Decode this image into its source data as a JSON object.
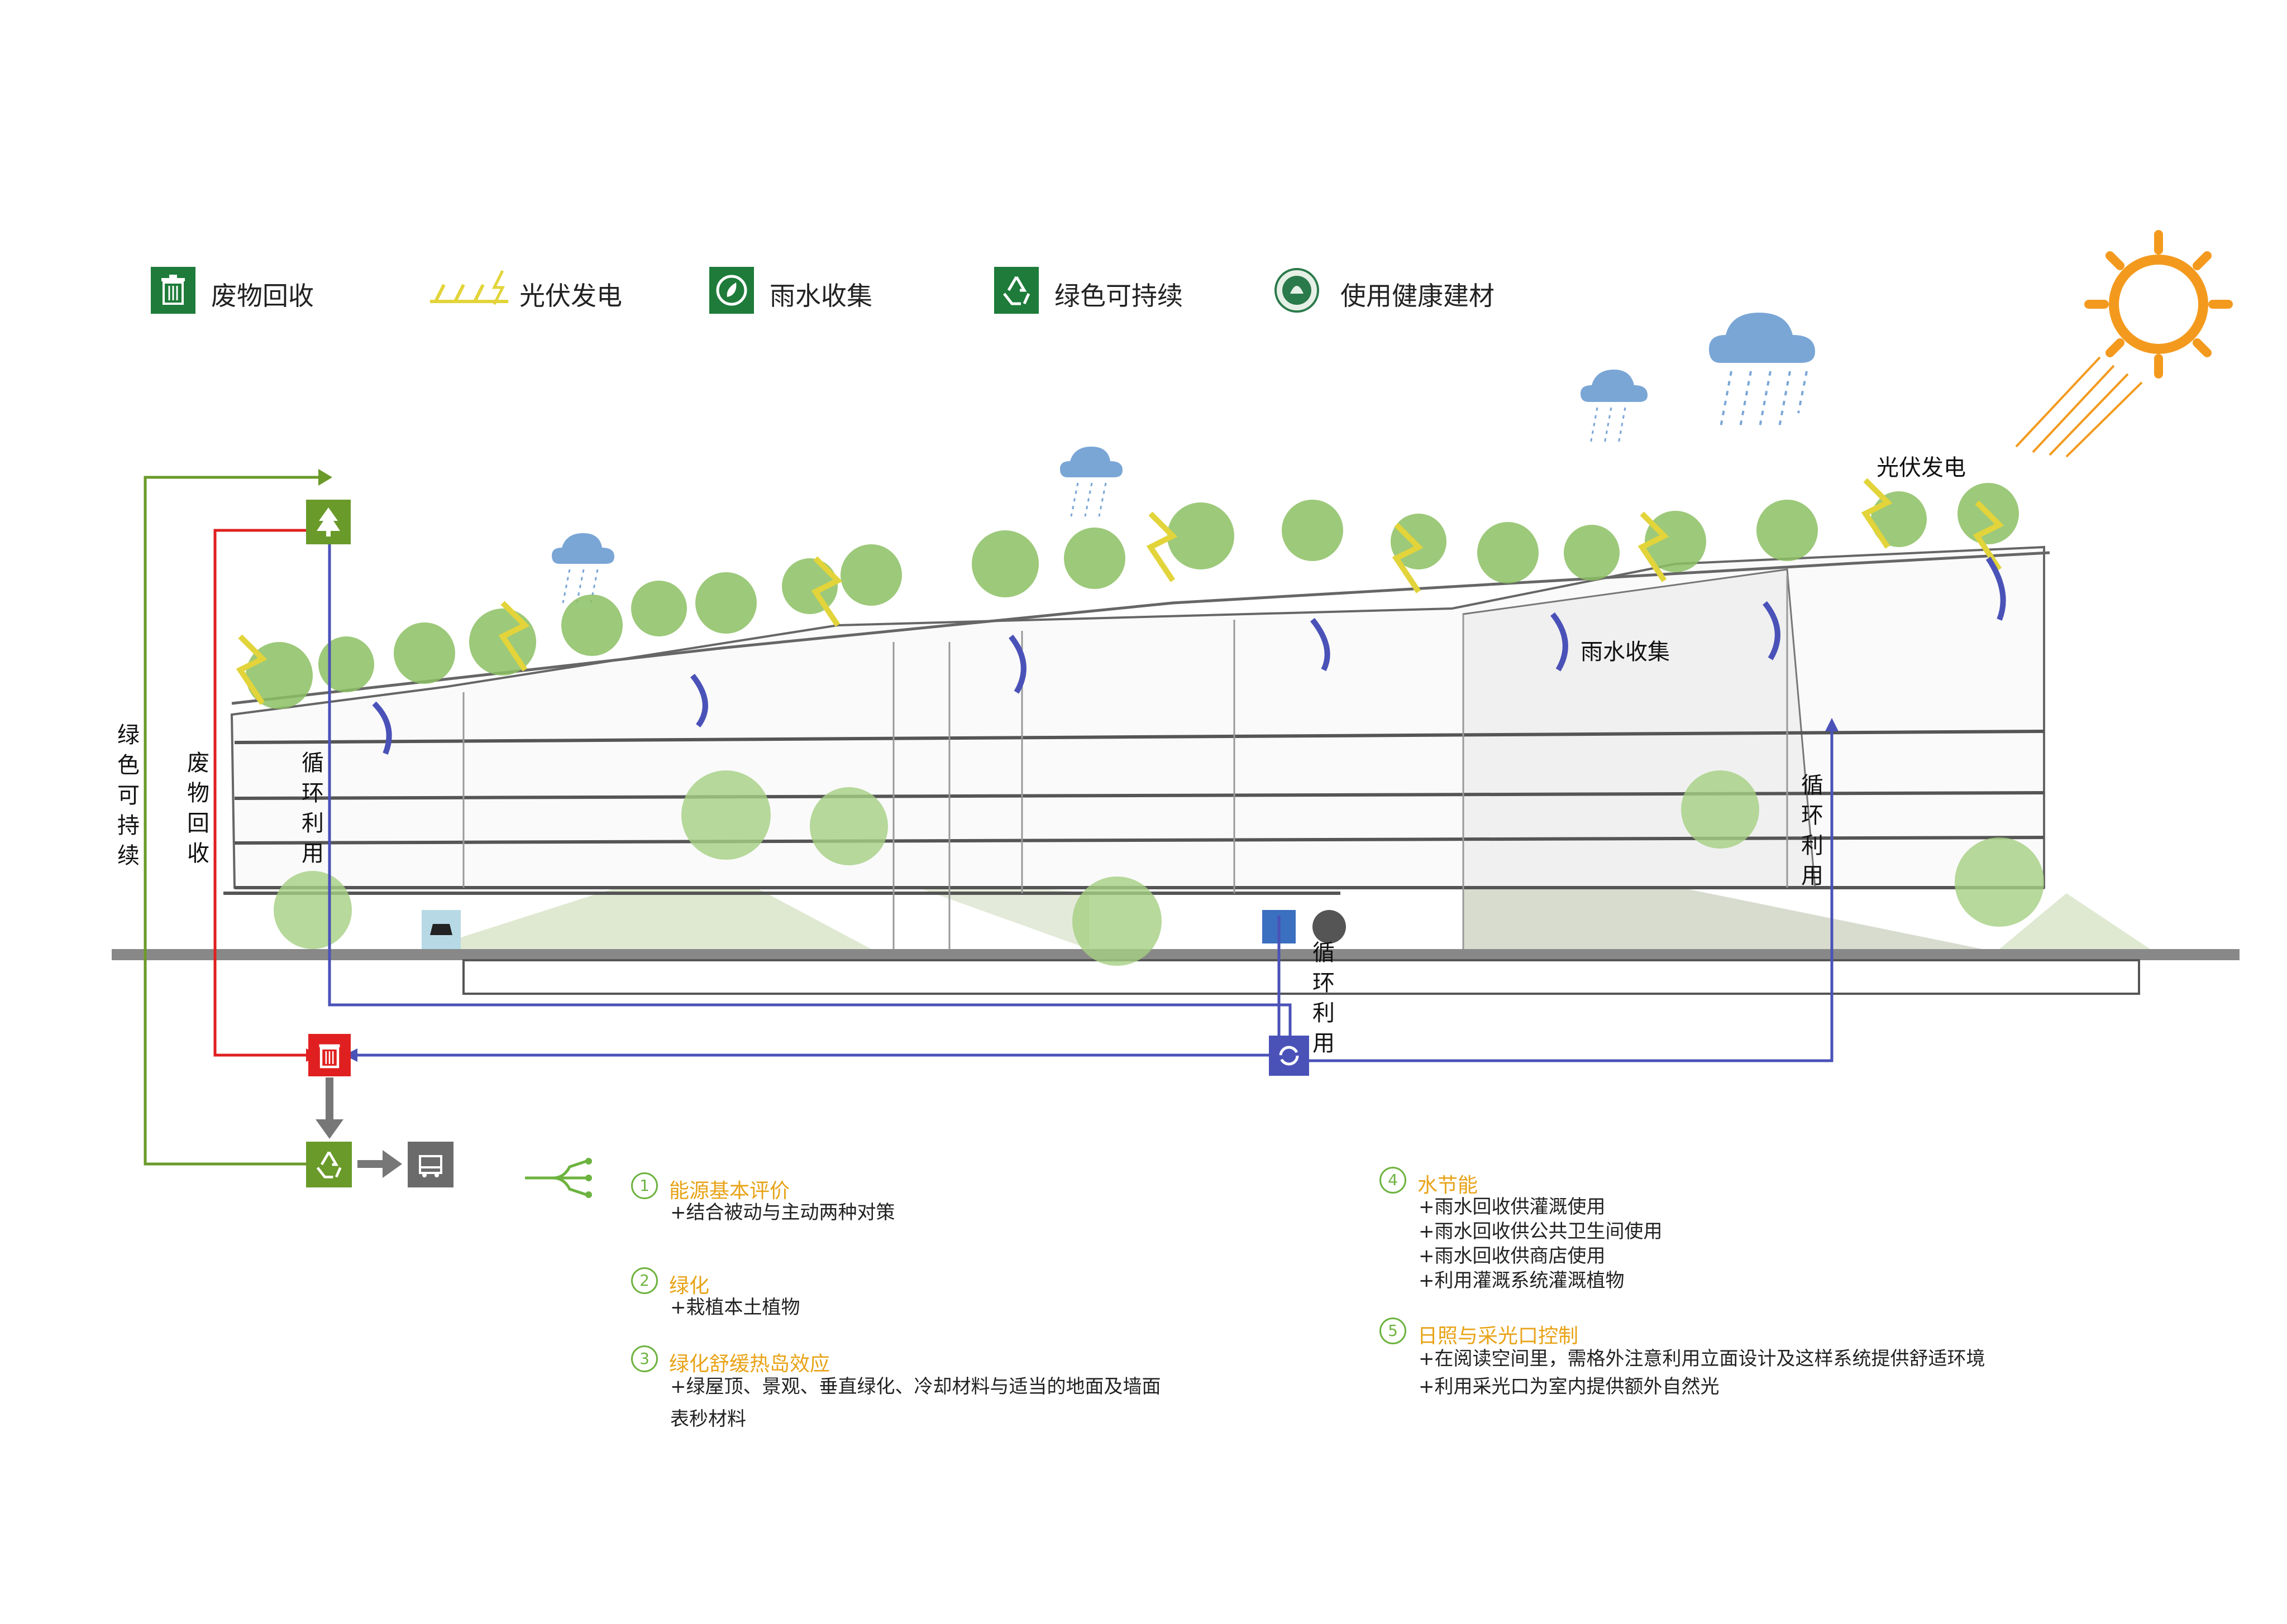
{
  "legend": [
    {
      "key": "waste",
      "label": "废物回收",
      "icon": "trash-can-icon",
      "color": "#1e7b3a"
    },
    {
      "key": "pv",
      "label": "光伏发电",
      "icon": "solar-bolt-icon",
      "color": "#e2d43a"
    },
    {
      "key": "rain",
      "label": "雨水收集",
      "icon": "water-drop-icon",
      "color": "#1e7b3a"
    },
    {
      "key": "green",
      "label": "绿色可持续",
      "icon": "recycle-icon",
      "color": "#1e7b3a"
    },
    {
      "key": "material",
      "label": "使用健康建材",
      "icon": "certification-seal-icon",
      "color": "#2b7a4b"
    }
  ],
  "annotations": {
    "pv": "光伏发电",
    "rain": "雨水收集",
    "cycle_left": "循环利用",
    "cycle_right": "循环利用",
    "cycle_bottom": "循环利用",
    "green_sustain": "绿色可持续",
    "waste_recycle": "废物回收"
  },
  "notes_left": [
    {
      "num": "1",
      "title": "能源基本评价",
      "lines": [
        "+结合被动与主动两种对策"
      ]
    },
    {
      "num": "2",
      "title": "绿化",
      "lines": [
        "+栽植本土植物"
      ]
    },
    {
      "num": "3",
      "title": "绿化舒缓热岛效应",
      "lines": [
        "+绿屋顶、景观、垂直绿化、冷却材料与适当的地面及墙面",
        "表秒材料"
      ]
    }
  ],
  "notes_right": [
    {
      "num": "4",
      "title": "水节能",
      "lines": [
        "+雨水回收供灌溉使用",
        "+雨水回收供公共卫生间使用",
        "+雨水回收供商店使用",
        "+利用灌溉系统灌溉植物"
      ]
    },
    {
      "num": "5",
      "title": "日照与采光口控制",
      "lines": [
        "+在阅读空间里，需格外注意利用立面设计及这样系统提供舒适环境",
        "+利用采光口为室内提供额外自然光"
      ]
    }
  ],
  "colors": {
    "green_line": "#6a9a2a",
    "red_line": "#e02020",
    "blue_line": "#4a52b8",
    "sun": "#f39a1e",
    "cloud": "#7aa6d6",
    "tree": "#8cc063",
    "note_title": "#e8a317"
  }
}
